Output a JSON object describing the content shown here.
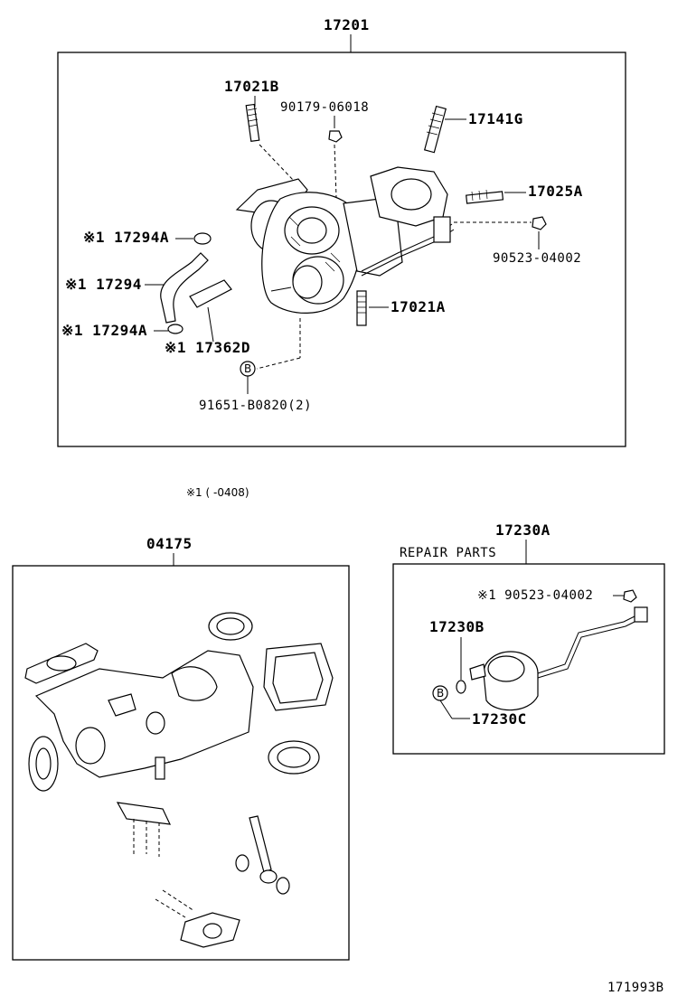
{
  "diagram": {
    "assembly_main": "17201",
    "assembly_gasket": "04175",
    "assembly_actuator": "17230A",
    "repair_parts": "REPAIR PARTS",
    "footnote": "※1 (     -0408)",
    "figure_id": "171993B",
    "main_labels": {
      "p17021B": "17021B",
      "p90179": "90179-06018",
      "p17141G": "17141G",
      "p17025A": "17025A",
      "p90523": "90523-04002",
      "p17294A_top": "※1 17294A",
      "p17294": "※1 17294",
      "p17294A_bot": "※1 17294A",
      "p17362D": "※1 17362D",
      "p17021A": "17021A",
      "b_marker": "B",
      "p91651": "91651-B0820(2)"
    },
    "actuator_labels": {
      "p90523": "※1 90523-04002",
      "p17230B": "17230B",
      "p17230C": "17230C",
      "b_marker": "B"
    }
  }
}
